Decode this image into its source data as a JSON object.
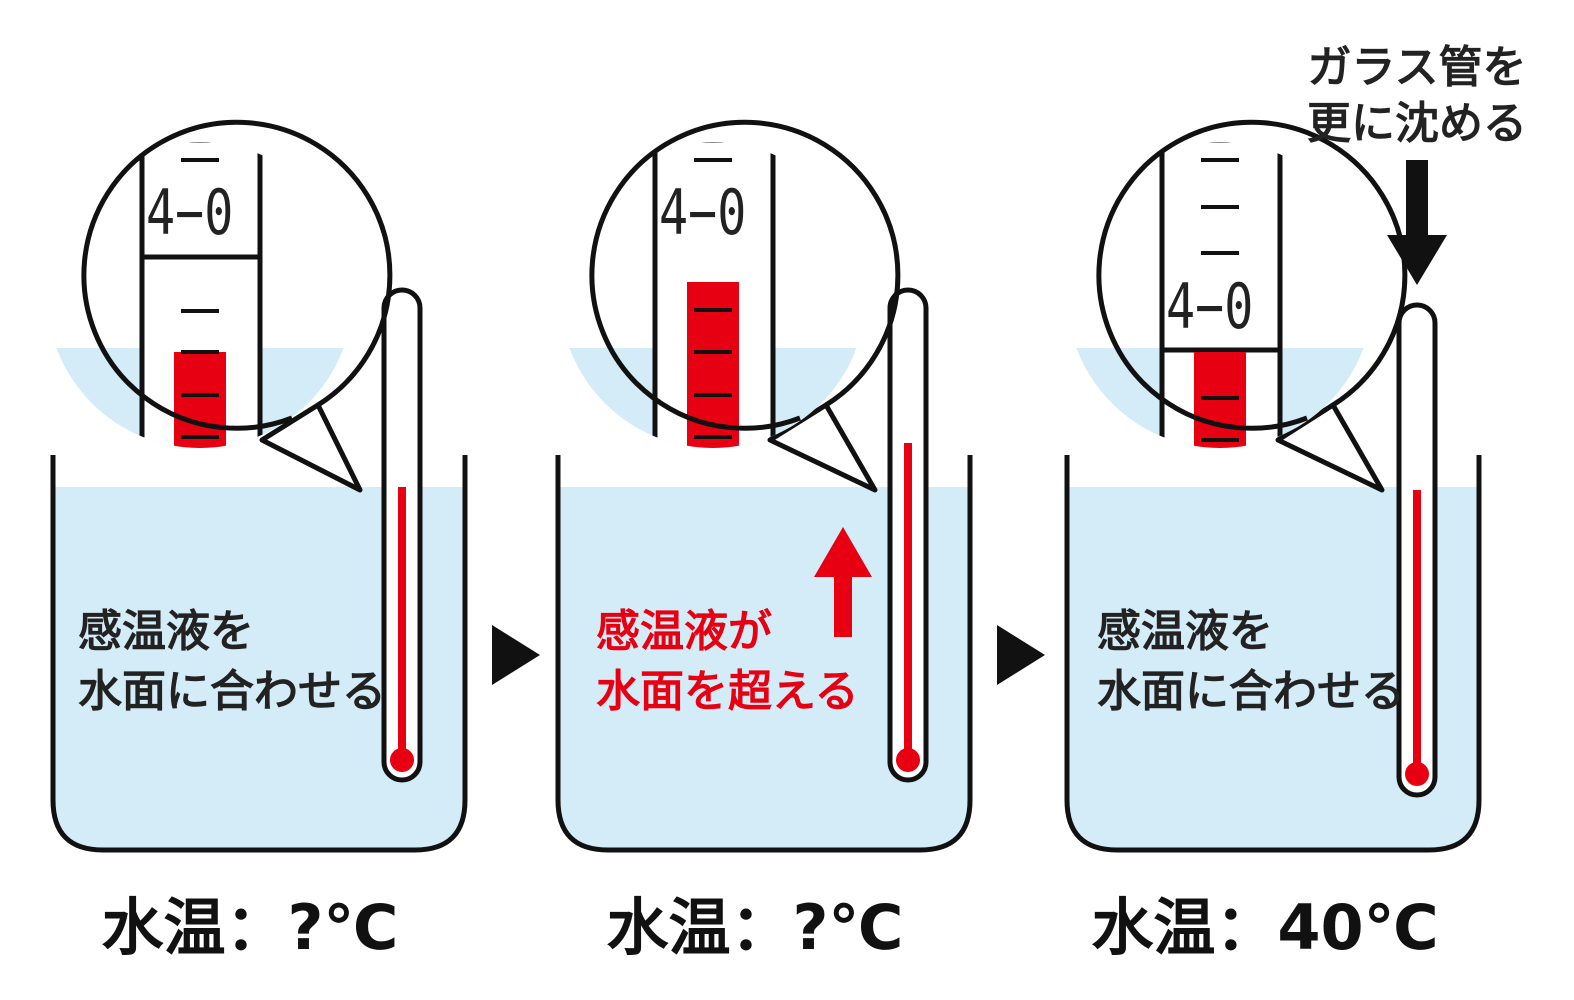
{
  "panels": [
    {
      "caption_lines": [
        "感温液を",
        "水面に合わせる"
      ],
      "caption_color": "#222222",
      "water_temp": "水温：?℃",
      "scale_label": "4−0"
    },
    {
      "caption_lines": [
        "感温液が",
        "水面を超える"
      ],
      "caption_color": "#e60012",
      "water_temp": "水温：?℃",
      "scale_label": "4−0"
    },
    {
      "caption_lines": [
        "感温液を",
        "水面に合わせる"
      ],
      "caption_color": "#222222",
      "water_temp": "水温：40℃",
      "scale_label": "4−0"
    }
  ],
  "top_note_lines": [
    "ガラス管を",
    "更に沈める"
  ],
  "colors": {
    "water": "#d4ecf7",
    "liquid": "#e60012",
    "outline": "#111111",
    "arrow_up": "#e60012"
  },
  "icons": [
    "arrow-right-icon",
    "arrow-up-icon",
    "arrow-down-icon"
  ]
}
